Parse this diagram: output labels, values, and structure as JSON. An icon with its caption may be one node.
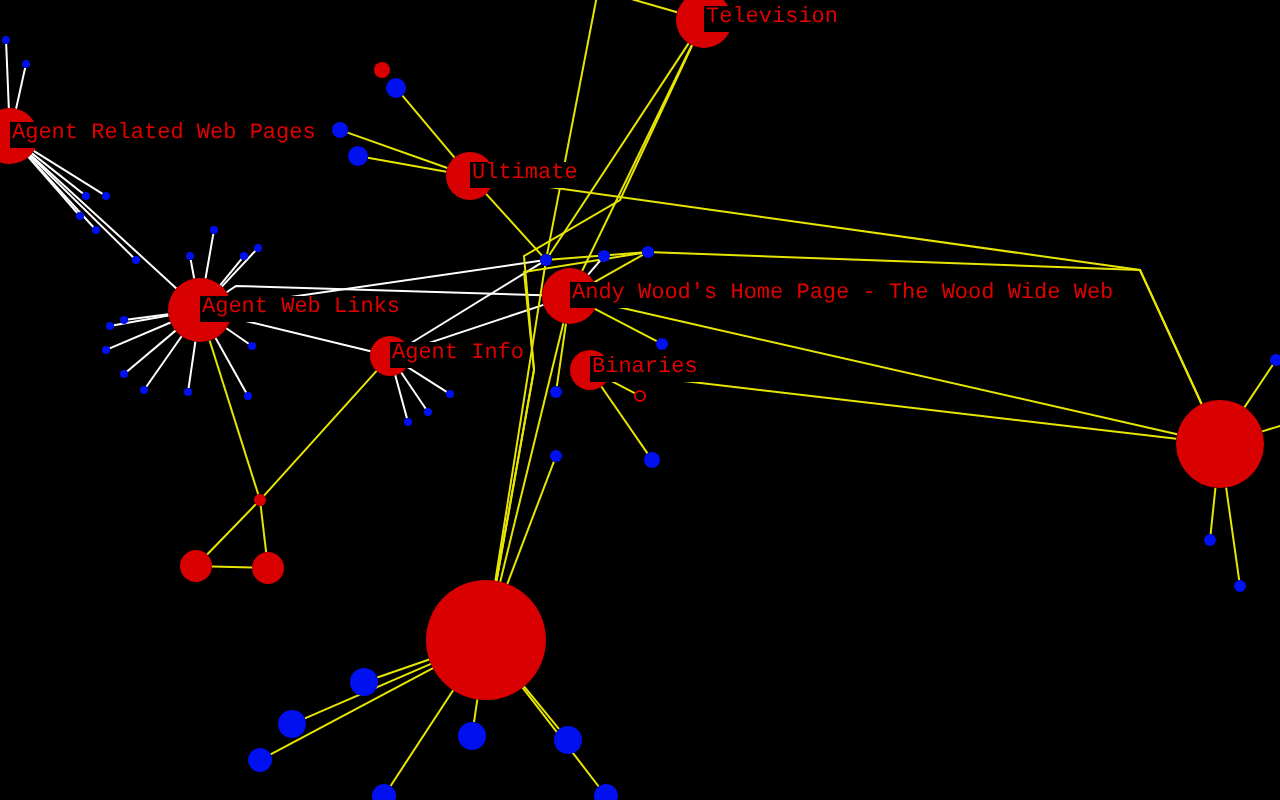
{
  "diagram": {
    "nodes": [
      {
        "text": [
          "Agent Related Web Pages"
        ]
      },
      {
        "text": [
          "Agent Web Links"
        ]
      },
      {
        "text": [
          "Agent Info"
        ]
      },
      {
        "text": [
          "Ultimate"
        ]
      },
      {
        "text": [
          "Andy Wood's Home Page - The Wood Wide Web"
        ]
      },
      {
        "text": [
          "Binaries"
        ]
      },
      {
        "text": [
          "Television"
        ]
      },
      {
        "text": [],
        "shape": "circle"
      },
      {
        "text": [],
        "shape": "circle"
      },
      {
        "text": [],
        "shape": "circle"
      },
      {
        "text": [],
        "shape": "circle"
      },
      {
        "text": [],
        "shape": "circle"
      },
      {
        "text": [],
        "shape": "circle"
      },
      {
        "text": [],
        "shape": "circle"
      },
      {
        "text": [],
        "shape": "circle"
      },
      {
        "text": [],
        "shape": "circle"
      },
      {
        "text": [],
        "shape": "circle"
      },
      {
        "text": [],
        "shape": "circle"
      },
      {
        "text": [],
        "shape": "circle"
      },
      {
        "text": [],
        "shape": "circle"
      },
      {
        "text": [],
        "shape": "circle"
      },
      {
        "text": [],
        "shape": "circle"
      },
      {
        "text": [],
        "shape": "circle"
      },
      {
        "text": [],
        "shape": "circle"
      },
      {
        "text": [],
        "shape": "circle"
      },
      {
        "text": [],
        "shape": "circle"
      },
      {
        "text": [],
        "shape": "circle"
      },
      {
        "text": [],
        "shape": "circle"
      },
      {
        "text": [],
        "shape": "circle"
      },
      {
        "text": [],
        "shape": "circle"
      },
      {
        "text": [],
        "shape": "circle"
      },
      {
        "text": [],
        "shape": "circle"
      },
      {
        "text": [],
        "shape": "circle"
      },
      {
        "text": [],
        "shape": "circle"
      },
      {
        "text": [],
        "shape": "circle"
      },
      {
        "text": [],
        "shape": "circle"
      },
      {
        "text": [],
        "shape": "circle"
      },
      {
        "text": [],
        "shape": "circle"
      },
      {
        "text": [],
        "shape": "circle"
      },
      {
        "text": [],
        "shape": "circle"
      },
      {
        "text": [],
        "shape": "circle"
      },
      {
        "text": [],
        "shape": "circle"
      },
      {
        "text": [],
        "shape": "circle"
      },
      {
        "text": [],
        "shape": "circle"
      },
      {
        "text": [],
        "shape": "circle"
      },
      {
        "text": [],
        "shape": "circle"
      },
      {
        "text": [],
        "shape": "circle"
      },
      {
        "text": [],
        "shape": "circle"
      },
      {
        "text": [],
        "shape": "circle"
      },
      {
        "text": [],
        "shape": "circle"
      },
      {
        "text": [],
        "shape": "circle"
      },
      {
        "text": [],
        "shape": "circle"
      },
      {
        "text": [],
        "shape": "circle"
      },
      {
        "text": [],
        "shape": "circle"
      },
      {
        "text": [],
        "shape": "circle"
      },
      {
        "text": [],
        "shape": "circle"
      }
    ],
    "edges": [
      {
        "from": 0,
        "to": 1,
        "arrow": "none",
        "color": "#ffffff"
      },
      {
        "from": 1,
        "to": 2,
        "arrow": "none",
        "color": "#ffffff"
      },
      {
        "from": 1,
        "to": 17,
        "arrow": "none",
        "color": "#ffffff"
      },
      {
        "from": 1,
        "to": 4,
        "arrow": "none",
        "color": "#ffffff"
      },
      {
        "from": 2,
        "to": 17,
        "arrow": "none",
        "color": "#ffffff"
      },
      {
        "from": 2,
        "to": 4,
        "arrow": "none",
        "color": "#ffffff"
      },
      {
        "from": 3,
        "to": 14,
        "arrow": "none"
      },
      {
        "from": 3,
        "to": 15,
        "arrow": "none"
      },
      {
        "from": 3,
        "to": 16,
        "arrow": "none"
      },
      {
        "from": 3,
        "to": 17,
        "arrow": "none"
      },
      {
        "from": 3,
        "to": 7,
        "arrow": "none"
      },
      {
        "from": 4,
        "to": 7,
        "arrow": "none"
      },
      {
        "from": 18,
        "to": 7,
        "arrow": "none"
      },
      {
        "from": 5,
        "to": 7,
        "arrow": "none"
      },
      {
        "from": 4,
        "to": 18,
        "arrow": "none"
      },
      {
        "from": 17,
        "to": 18,
        "arrow": "none"
      },
      {
        "from": 17,
        "to": 8,
        "arrow": "none"
      },
      {
        "from": 18,
        "to": 8,
        "arrow": "none"
      },
      {
        "from": 4,
        "to": 8,
        "arrow": "none"
      },
      {
        "from": 6,
        "to": 8,
        "arrow": "none"
      },
      {
        "from": 6,
        "to": 17,
        "arrow": "none"
      },
      {
        "from": 6,
        "to": 4,
        "arrow": "none"
      },
      {
        "from": 4,
        "to": 19,
        "arrow": "none"
      },
      {
        "from": 5,
        "to": 12,
        "arrow": "none"
      },
      {
        "from": 5,
        "to": 21,
        "arrow": "none"
      },
      {
        "from": 4,
        "to": 20,
        "arrow": "none"
      },
      {
        "from": 8,
        "to": 22,
        "arrow": "none"
      },
      {
        "from": 2,
        "to": 9,
        "arrow": "none"
      },
      {
        "from": 1,
        "to": 9,
        "arrow": "none"
      },
      {
        "from": 9,
        "to": 10,
        "arrow": "none"
      },
      {
        "from": 9,
        "to": 11,
        "arrow": "none"
      },
      {
        "from": 10,
        "to": 11,
        "arrow": "none"
      },
      {
        "from": 8,
        "to": 23,
        "arrow": "none"
      },
      {
        "from": 8,
        "to": 24,
        "arrow": "none"
      },
      {
        "from": 8,
        "to": 25,
        "arrow": "none"
      },
      {
        "from": 8,
        "to": 26,
        "arrow": "none"
      },
      {
        "from": 8,
        "to": 27,
        "arrow": "none"
      },
      {
        "from": 8,
        "to": 28,
        "arrow": "none"
      },
      {
        "from": 8,
        "to": 29,
        "arrow": "none"
      },
      {
        "from": 1,
        "to": 30,
        "arrow": "none",
        "color": "#ffffff"
      },
      {
        "from": 1,
        "to": 31,
        "arrow": "none",
        "color": "#ffffff"
      },
      {
        "from": 1,
        "to": 32,
        "arrow": "none",
        "color": "#ffffff"
      },
      {
        "from": 1,
        "to": 33,
        "arrow": "none",
        "color": "#ffffff"
      },
      {
        "from": 1,
        "to": 34,
        "arrow": "none",
        "color": "#ffffff"
      },
      {
        "from": 1,
        "to": 35,
        "arrow": "none",
        "color": "#ffffff"
      },
      {
        "from": 1,
        "to": 36,
        "arrow": "none",
        "color": "#ffffff"
      },
      {
        "from": 1,
        "to": 37,
        "arrow": "none",
        "color": "#ffffff"
      },
      {
        "from": 1,
        "to": 38,
        "arrow": "none",
        "color": "#ffffff"
      },
      {
        "from": 1,
        "to": 39,
        "arrow": "none",
        "color": "#ffffff"
      },
      {
        "from": 1,
        "to": 40,
        "arrow": "none",
        "color": "#ffffff"
      },
      {
        "from": 1,
        "to": 41,
        "arrow": "none",
        "color": "#ffffff"
      },
      {
        "from": 0,
        "to": 42,
        "arrow": "none",
        "color": "#ffffff"
      },
      {
        "from": 0,
        "to": 43,
        "arrow": "none",
        "color": "#ffffff"
      },
      {
        "from": 0,
        "to": 44,
        "arrow": "none",
        "color": "#ffffff"
      },
      {
        "from": 0,
        "to": 45,
        "arrow": "none",
        "color": "#ffffff"
      },
      {
        "from": 0,
        "to": 46,
        "arrow": "none",
        "color": "#ffffff"
      },
      {
        "from": 2,
        "to": 47,
        "arrow": "none",
        "color": "#ffffff"
      },
      {
        "from": 2,
        "to": 48,
        "arrow": "none",
        "color": "#ffffff"
      },
      {
        "from": 2,
        "to": 49,
        "arrow": "none",
        "color": "#ffffff"
      },
      {
        "from": 7,
        "to": 50,
        "arrow": "none"
      },
      {
        "from": 7,
        "to": 51,
        "arrow": "none"
      },
      {
        "from": 7,
        "to": 52,
        "arrow": "none"
      },
      {
        "from": 0,
        "to": 53,
        "arrow": "none",
        "color": "#ffffff"
      },
      {
        "from": 0,
        "to": 54,
        "arrow": "none",
        "color": "#ffffff"
      },
      {
        "from": 4,
        "to": 55,
        "arrow": "none",
        "color": "#ffffff"
      },
      {
        "from": null,
        "to": 6,
        "arrow": "none"
      },
      {
        "from": null,
        "to": 17,
        "arrow": "none"
      },
      {
        "from": 7,
        "to": null,
        "arrow": "none"
      }
    ]
  }
}
